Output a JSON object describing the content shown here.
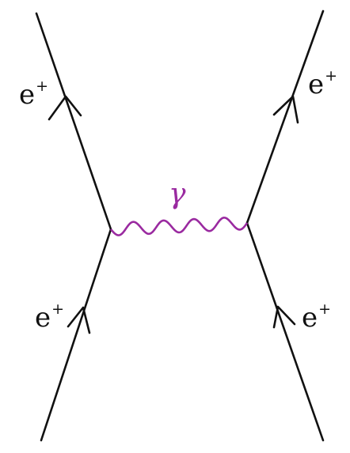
{
  "diagram": {
    "colors": {
      "fermion": "#111111",
      "photon": "#9a2aa0"
    },
    "photon": {
      "label": "γ"
    },
    "particles": {
      "top_left": {
        "base": "e",
        "charge": "+"
      },
      "top_right": {
        "base": "e",
        "charge": "+"
      },
      "bottom_left": {
        "base": "e",
        "charge": "+"
      },
      "bottom_right": {
        "base": "e",
        "charge": "+"
      }
    }
  }
}
